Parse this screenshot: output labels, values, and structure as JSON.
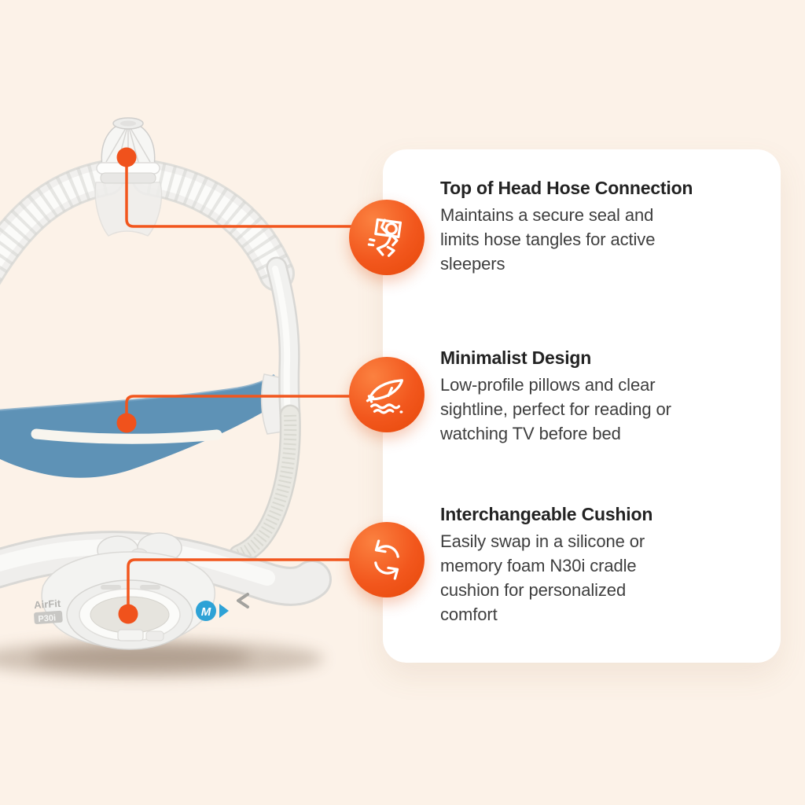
{
  "colors": {
    "background": "#FCF2E8",
    "card": "#FFFFFF",
    "accent_orange": "#F2571D",
    "strap_blue": "#5E92B6",
    "badge_blue": "#2EA2D6",
    "title_text": "#232323",
    "body_text": "#3E3E3E"
  },
  "card": {
    "features": [
      {
        "icon": "sleeper-icon",
        "title": "Top of Head Hose Connection",
        "description": "Maintains a secure seal and limits hose tangles for active sleepers"
      },
      {
        "icon": "feather-icon",
        "title": "Minimalist Design",
        "description": "Low-profile pillows and clear sightline, perfect for reading or watching TV before bed"
      },
      {
        "icon": "swap-arrows-icon",
        "title": "Interchangeable Cushion",
        "description": "Easily swap in a silicone or memory foam N30i cradle cushion for personalized comfort"
      }
    ]
  },
  "product": {
    "brand": "AirFit",
    "model": "P30i",
    "size_badge": "M"
  }
}
